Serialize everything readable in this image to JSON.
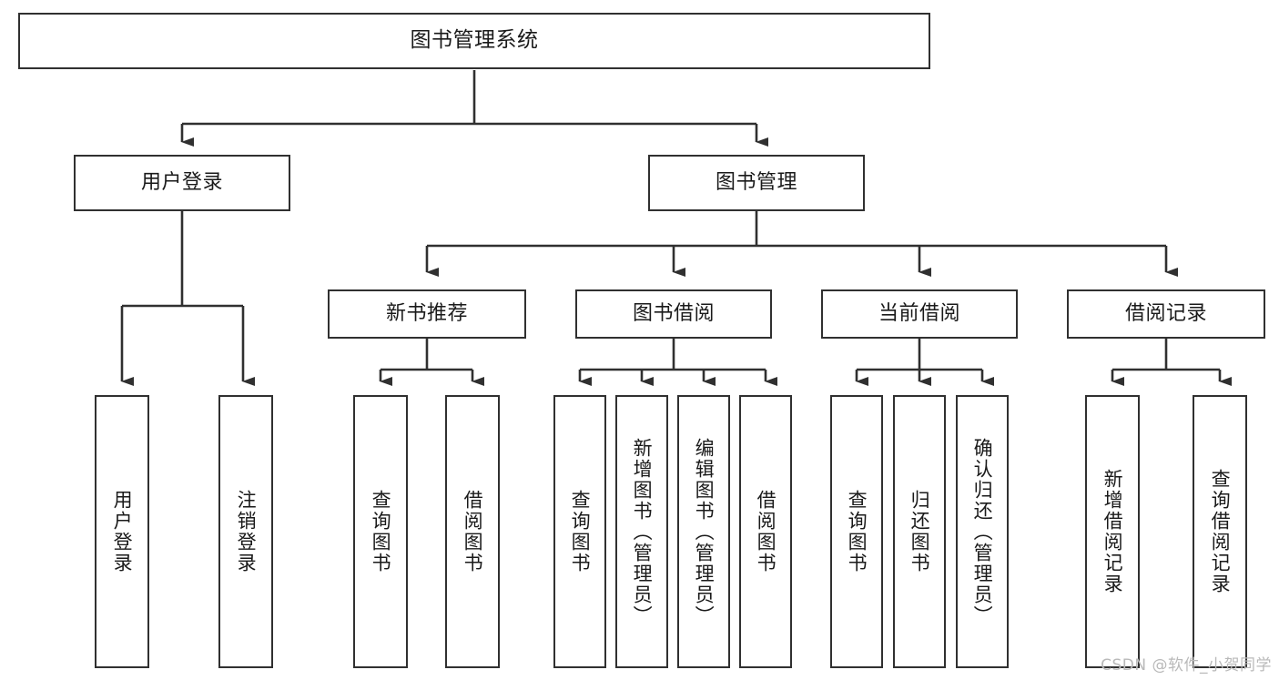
{
  "diagram": {
    "title": "图书管理系统",
    "type": "tree-hierarchy",
    "watermark": "CSDN @软件_小贺同学",
    "colors": {
      "border": "#303030",
      "background": "#ffffff",
      "text": "#1a1a1a",
      "watermark": "#b9b9b9"
    },
    "root": {
      "label": "图书管理系统"
    },
    "level2": [
      {
        "label": "用户登录"
      },
      {
        "label": "图书管理"
      }
    ],
    "level3": [
      {
        "label": "新书推荐"
      },
      {
        "label": "图书借阅"
      },
      {
        "label": "当前借阅"
      },
      {
        "label": "借阅记录"
      }
    ],
    "leaves": {
      "user_login": [
        {
          "label": "用户登录"
        },
        {
          "label": "注销登录"
        }
      ],
      "new_book": [
        {
          "label": "查询图书"
        },
        {
          "label": "借阅图书"
        }
      ],
      "book_borrow": [
        {
          "label": "查询图书"
        },
        {
          "label": "新增图书（管理员）"
        },
        {
          "label": "编辑图书（管理员）"
        },
        {
          "label": "借阅图书"
        }
      ],
      "current_borrow": [
        {
          "label": "查询图书"
        },
        {
          "label": "归还图书"
        },
        {
          "label": "确认归还（管理员）"
        }
      ],
      "borrow_record": [
        {
          "label": "新增借阅记录"
        },
        {
          "label": "查询借阅记录"
        }
      ]
    }
  }
}
